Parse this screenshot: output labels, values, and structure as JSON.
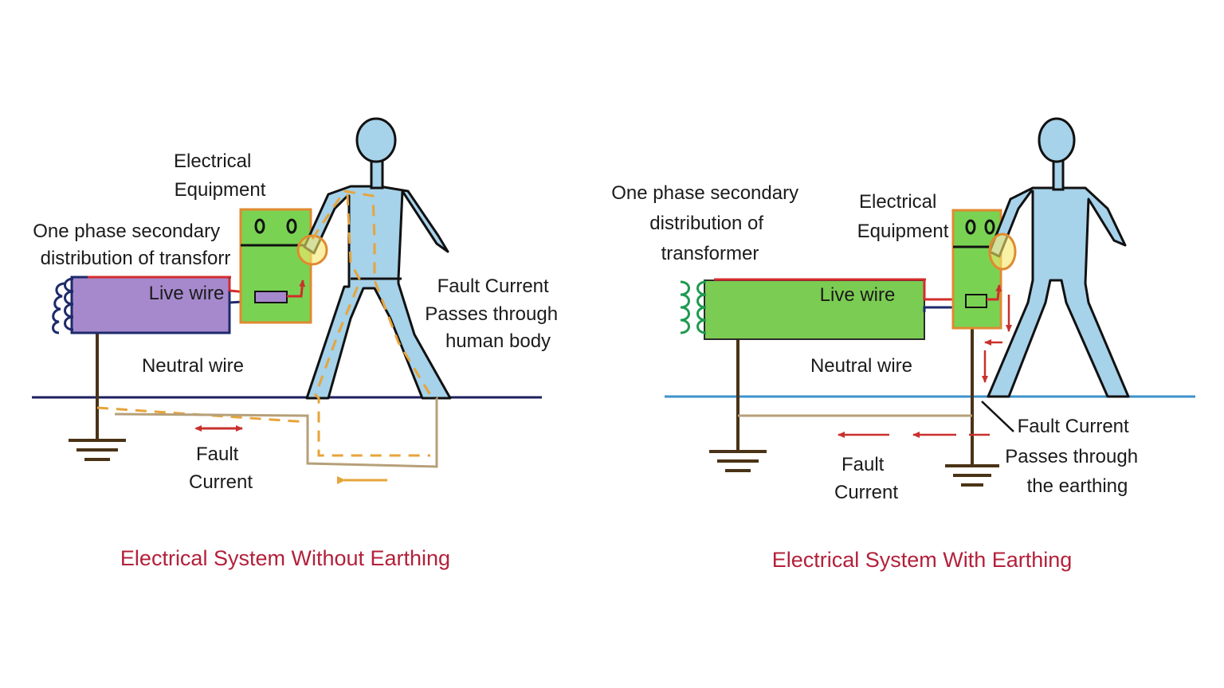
{
  "left_panel": {
    "equipment_label": [
      "Electrical",
      "Equipment"
    ],
    "transformer_label": [
      "One phase secondary",
      "distribution of transforr"
    ],
    "live_wire": "Live wire",
    "neutral_wire": "Neutral wire",
    "fault_current_body": [
      "Fault Current",
      "Passes through",
      "human body"
    ],
    "fault_current": [
      "Fault",
      "Current"
    ],
    "caption": "Electrical System Without Earthing",
    "transformer_color": "#a689cc"
  },
  "right_panel": {
    "transformer_label": [
      "One phase secondary",
      "distribution of",
      "transformer"
    ],
    "equipment_label": [
      "Electrical",
      "Equipment"
    ],
    "live_wire": "Live wire",
    "neutral_wire": "Neutral wire",
    "fault_current_earth": [
      "Fault Current",
      "Passes through",
      "the earthing"
    ],
    "fault_current": [
      "Fault",
      "Current"
    ],
    "caption": "Electrical System With Earthing",
    "transformer_color": "#7bcc52"
  },
  "colors": {
    "caption": "#b3203a",
    "live_wire": "#d32c2c",
    "neutral_wire": "#1d2a6b",
    "person": "#a6d2ea",
    "equipment": "#7ad253",
    "equipment_border": "#e08a30",
    "fault_path": "#e7a43a",
    "ground_left": "#1d1f5e",
    "ground_right": "#3c92cc",
    "earth_wire": "#4a3316"
  }
}
